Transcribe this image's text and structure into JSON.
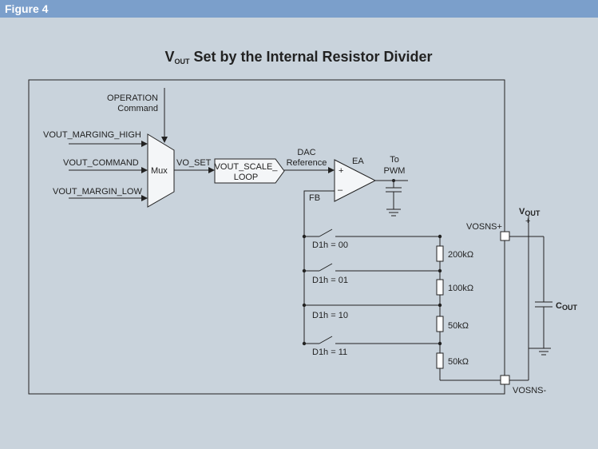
{
  "figure_label": "Figure 4",
  "title": {
    "main": "V",
    "sub": "OUT",
    "rest": " Set by the Internal Resistor Divider"
  },
  "inputs": {
    "operation_line1": "OPERATION",
    "operation_line2": "Command",
    "margin_high": "VOUT_MARGING_HIGH",
    "command": "VOUT_COMMAND",
    "margin_low": "VOUT_MARGIN_LOW"
  },
  "mux_label": "Mux",
  "vo_set_label": "VO_SET",
  "scale_loop": {
    "line1": "VOUT_SCALE_",
    "line2": "LOOP"
  },
  "dac": {
    "line1": "DAC",
    "line2": "Reference"
  },
  "ea": {
    "label": "EA",
    "plus": "+",
    "minus": "–"
  },
  "to_pwm": {
    "line1": "To",
    "line2": "PWM"
  },
  "fb_label": "FB",
  "switches": [
    "D1h = 00",
    "D1h = 01",
    "D1h = 10",
    "D1h = 11"
  ],
  "resistors": [
    "200kΩ",
    "100kΩ",
    "50kΩ",
    "50kΩ"
  ],
  "vosns_plus": "VOSNS+",
  "vosns_minus": "VOSNS-",
  "vout": {
    "main": "V",
    "sub": "OUT",
    "plus": "+"
  },
  "cout": {
    "main": "C",
    "sub": "OUT"
  }
}
